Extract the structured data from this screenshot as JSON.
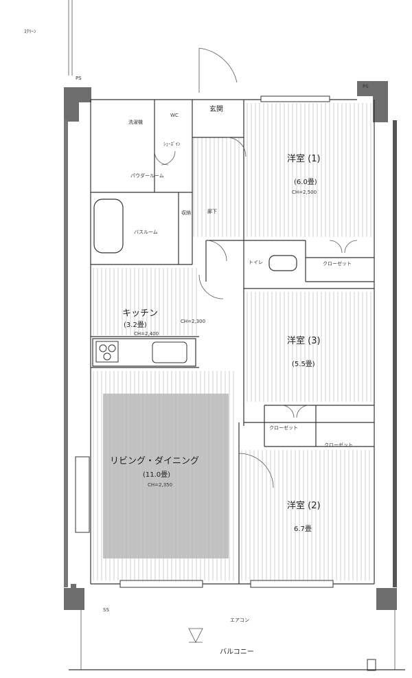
{
  "plan": {
    "top_left_label": "ｽｸﾘｰﾝ",
    "pipe_space": "PS",
    "entrance": "玄関",
    "shoebox": "ｼｭｰｽﾞｲﾝ",
    "ps_top": "PS",
    "washer": "洗濯機",
    "powder_room": "パウダールーム",
    "bath_room": "バスルーム",
    "wc_label": "WC",
    "corridor": "廊下",
    "toilet": "トイレ",
    "storage": "収納",
    "kitchen": "キッチン",
    "kitchen_size": "(3.2畳)",
    "ldk": "リビング・ダイニング",
    "ldk_size": "(11.0畳)",
    "room1": "洋室 (1)",
    "room1_size": "(6.0畳)",
    "room2": "洋室 (2)",
    "room2_size": "6.7畳",
    "room3": "洋室 (3)",
    "room3_size": "(5.5畳)",
    "closet": "クローゼット",
    "balcony": "バルコニー",
    "small_notes": [
      "CH=2,500",
      "CH=2,400",
      "CH=2,300",
      "CH=2,350"
    ],
    "ac_note": "エアコン",
    "ss_label": "SS"
  }
}
